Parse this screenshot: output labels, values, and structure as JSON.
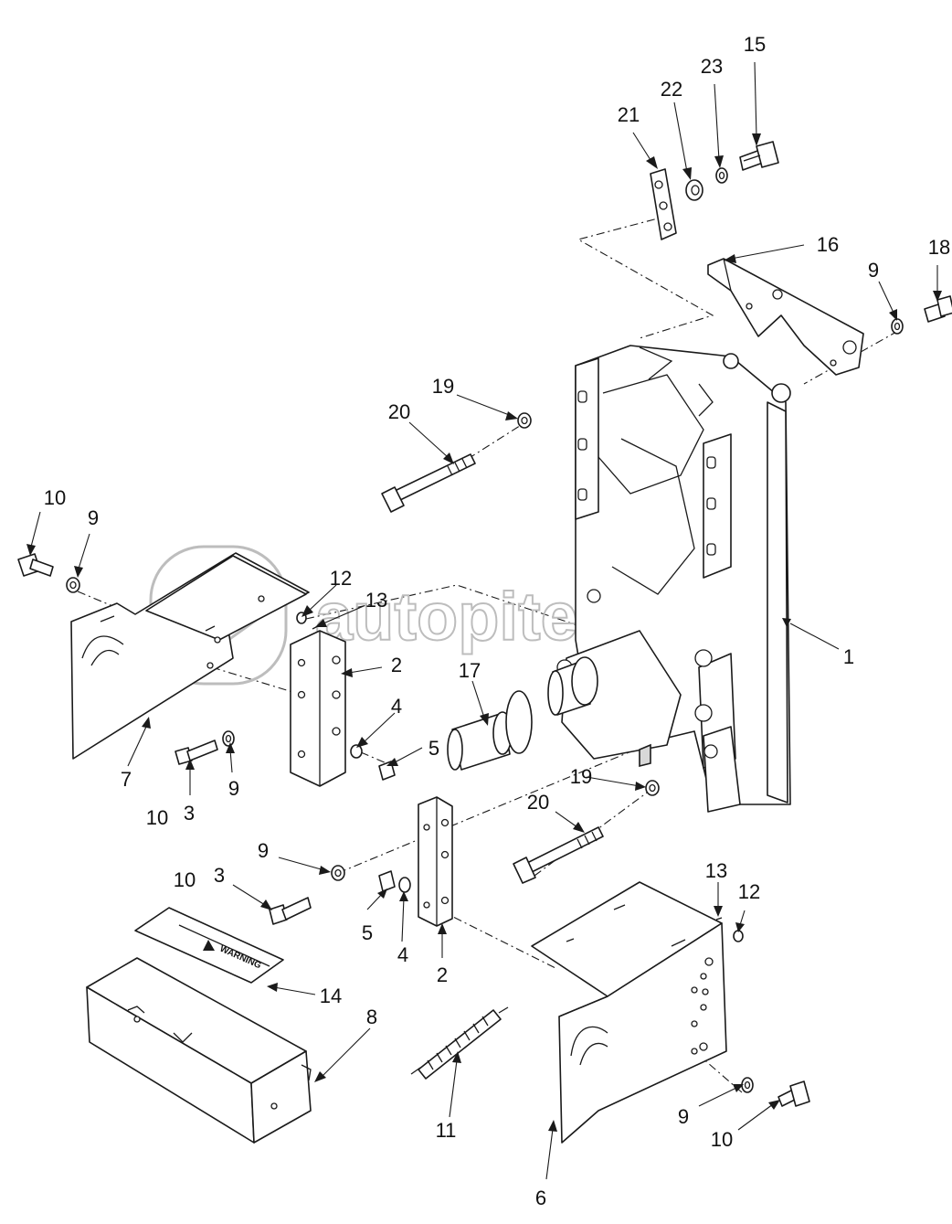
{
  "callouts": [
    {
      "id": "c15",
      "text": "15"
    },
    {
      "id": "c23",
      "text": "23"
    },
    {
      "id": "c22",
      "text": "22"
    },
    {
      "id": "c21",
      "text": "21"
    },
    {
      "id": "c16",
      "text": "16"
    },
    {
      "id": "c18",
      "text": "18"
    },
    {
      "id": "c9a",
      "text": "9"
    },
    {
      "id": "c19a",
      "text": "19"
    },
    {
      "id": "c20a",
      "text": "20"
    },
    {
      "id": "c10a",
      "text": "10"
    },
    {
      "id": "c9b",
      "text": "9"
    },
    {
      "id": "c12a",
      "text": "12"
    },
    {
      "id": "c13a",
      "text": "13"
    },
    {
      "id": "c2a",
      "text": "2"
    },
    {
      "id": "c1",
      "text": "1"
    },
    {
      "id": "c17",
      "text": "17"
    },
    {
      "id": "c4a",
      "text": "4"
    },
    {
      "id": "c5a",
      "text": "5"
    },
    {
      "id": "c7",
      "text": "7"
    },
    {
      "id": "c9c",
      "text": "9"
    },
    {
      "id": "c10b",
      "text": "10"
    },
    {
      "id": "c3a",
      "text": "3"
    },
    {
      "id": "c19b",
      "text": "19"
    },
    {
      "id": "c20b",
      "text": "20"
    },
    {
      "id": "c9d",
      "text": "9"
    },
    {
      "id": "c10c",
      "text": "10"
    },
    {
      "id": "c3b",
      "text": "3"
    },
    {
      "id": "c13b",
      "text": "13"
    },
    {
      "id": "c12b",
      "text": "12"
    },
    {
      "id": "c5b",
      "text": "5"
    },
    {
      "id": "c4b",
      "text": "4"
    },
    {
      "id": "c2b",
      "text": "2"
    },
    {
      "id": "c14",
      "text": "14"
    },
    {
      "id": "c8",
      "text": "8"
    },
    {
      "id": "c11",
      "text": "11"
    },
    {
      "id": "c9e",
      "text": "9"
    },
    {
      "id": "c10d",
      "text": "10"
    },
    {
      "id": "c6",
      "text": "6"
    }
  ],
  "watermark": {
    "text": "autopiter.ru",
    "logo": "ax-logo"
  },
  "decal": {
    "text": "WARNING",
    "icon": "warning-triangle-icon"
  }
}
